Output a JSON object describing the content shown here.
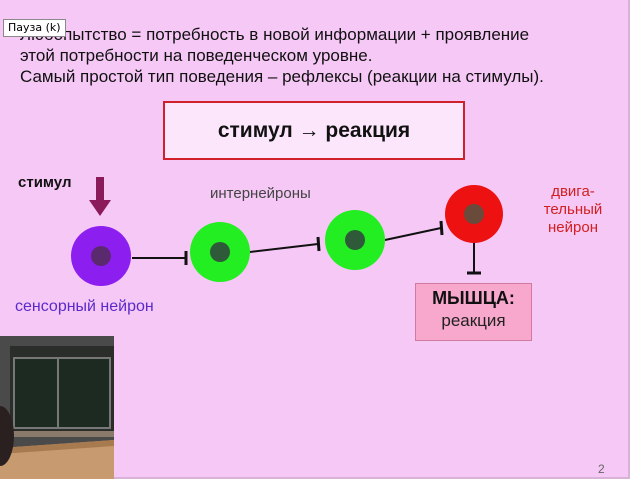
{
  "tooltip": "Пауза (k)",
  "intro": {
    "line1": "Любопытство = потребность в новой информации + проявление",
    "line2": "этой потребности на поведенческом уровне.",
    "line3": "Самый простой тип поведения – рефлексы (реакции на стимулы)."
  },
  "box_text": "стимул → реакция",
  "labels": {
    "stimulus": "стимул",
    "interneurons": "интернейроны",
    "motor_neuron": "двига-\nтельный\nнейрон",
    "sensory_neuron": "сенсорный нейрон",
    "muscle_title": "МЫШЦА:",
    "muscle_reaction": "реакция"
  },
  "page_number": "2",
  "colors": {
    "background": "#f6c8f6",
    "sensory": "#8c1ff0",
    "inter": "#22ee22",
    "motor": "#ee1111",
    "arrow": "#8b1a5b"
  }
}
